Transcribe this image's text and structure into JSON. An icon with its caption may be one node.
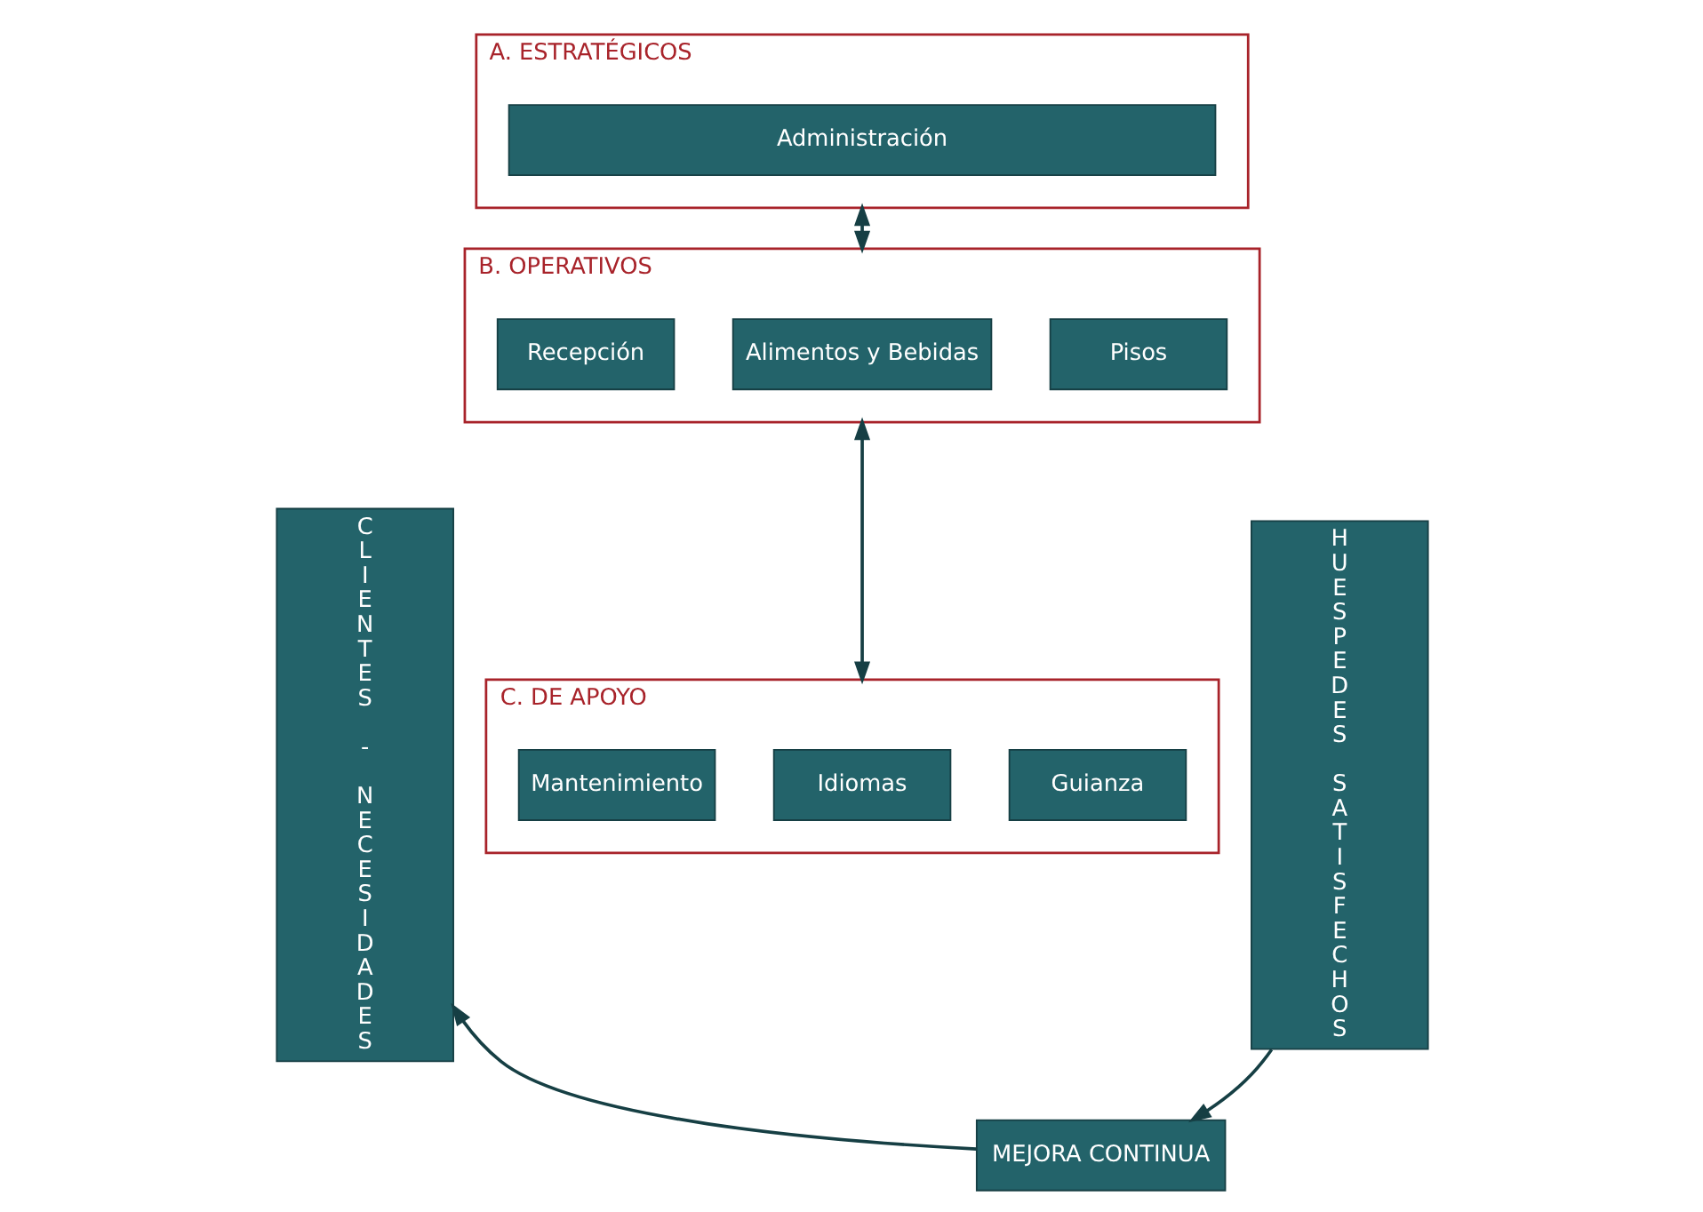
{
  "diagram": {
    "nodes": [
      {
        "text": [
          "CLIENTES - NECESIDADES"
        ]
      },
      {
        "text": [
          "A. ESTRATÉGICOS"
        ]
      },
      {
        "text": [
          "Administración"
        ],
        "in": 1
      },
      {
        "text": [
          "B. OPERATIVOS"
        ]
      },
      {
        "text": [
          "Recepción"
        ],
        "in": 3
      },
      {
        "text": [
          "Alimentos y Bebidas"
        ],
        "in": 3
      },
      {
        "text": [
          "Pisos"
        ],
        "in": 3
      },
      {
        "text": [
          "C. DE APOYO"
        ]
      },
      {
        "text": [
          "Mantenimiento"
        ],
        "in": 7
      },
      {
        "text": [
          "Idiomas"
        ],
        "in": 7
      },
      {
        "text": [
          "Guianza"
        ],
        "in": 7
      },
      {
        "text": [
          "HUESPEDES SATISFECHOS"
        ]
      },
      {
        "text": [
          "MEJORA CONTINUA"
        ]
      }
    ],
    "edges": [
      {
        "from": 1,
        "to": 3,
        "arrow": "both"
      },
      {
        "from": 3,
        "to": 7,
        "arrow": "both"
      },
      {
        "from": 11,
        "to": 12,
        "arrow": "to"
      },
      {
        "from": 12,
        "to": 0,
        "arrow": "to"
      }
    ]
  }
}
